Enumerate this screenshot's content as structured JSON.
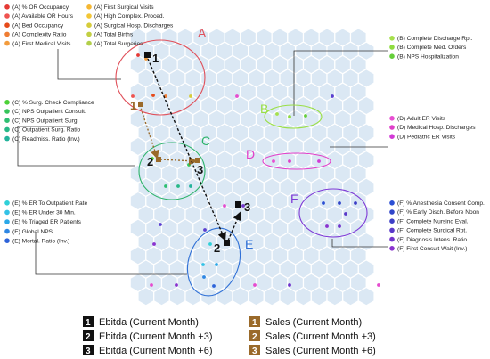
{
  "clusters": [
    {
      "id": "A",
      "letter": "A",
      "color": "#e0505a",
      "items": [
        {
          "label": "(A) % OR Occupancy",
          "dot": "#e53935"
        },
        {
          "label": "(A) Available OR Hours",
          "dot": "#ef5350"
        },
        {
          "label": "(A) Bed Occupancy",
          "dot": "#e64a19"
        },
        {
          "label": "(A) Complexity Ratio",
          "dot": "#ef7d33"
        },
        {
          "label": "(A) First Medical Visits",
          "dot": "#f29b3c"
        },
        {
          "label": "(A) First Surgical Visits",
          "dot": "#f5b733"
        },
        {
          "label": "(A) High Complex. Proced.",
          "dot": "#f3c635"
        },
        {
          "label": "(A) Surgical Hosp. Discharges",
          "dot": "#d6cc3a"
        },
        {
          "label": "(A) Total Births",
          "dot": "#c2cf42"
        },
        {
          "label": "(A) Total Surgeries",
          "dot": "#b2cf4a"
        }
      ]
    },
    {
      "id": "B",
      "letter": "B",
      "color": "#9adf45",
      "items": [
        {
          "label": "(B) Complete Discharge Rpt.",
          "dot": "#a6e04c"
        },
        {
          "label": "(B) Complete Med. Orders",
          "dot": "#8fdc3f"
        },
        {
          "label": "(B) NPS Hospitalization",
          "dot": "#66cf3a"
        }
      ]
    },
    {
      "id": "C",
      "letter": "C",
      "color": "#2db36a",
      "items": [
        {
          "label": "(C) % Surg. Check Compliance",
          "dot": "#4cd138"
        },
        {
          "label": "(C) NPS Outpatient Consult.",
          "dot": "#35c45a"
        },
        {
          "label": "(C) NPS Outpatient Surg.",
          "dot": "#2fbf72"
        },
        {
          "label": "(C) Outpatient Surg. Ratio",
          "dot": "#27b887"
        },
        {
          "label": "(C) Readmiss. Ratio (Inv.)",
          "dot": "#22b39b"
        }
      ]
    },
    {
      "id": "D",
      "letter": "D",
      "color": "#e23fc9",
      "items": [
        {
          "label": "(D) Adult ER Visits",
          "dot": "#e84fd2"
        },
        {
          "label": "(D) Medical Hosp. Discharges",
          "dot": "#df3fc9"
        },
        {
          "label": "(D) Pediatric ER Visits",
          "dot": "#d23ad6"
        }
      ]
    },
    {
      "id": "E",
      "letter": "E",
      "color": "#2e6fd6",
      "items": [
        {
          "label": "(E) % ER To Outpatient Rate",
          "dot": "#2fd0d8"
        },
        {
          "label": "(E) % ER Under 30 Min.",
          "dot": "#33c2e6"
        },
        {
          "label": "(E) % Triaged ER Patients",
          "dot": "#2aa8e8"
        },
        {
          "label": "(E) Global NPS",
          "dot": "#2d86e3"
        },
        {
          "label": "(E) Mortal. Ratio (Inv.)",
          "dot": "#2d63d9"
        }
      ]
    },
    {
      "id": "F",
      "letter": "F",
      "color": "#7e3ad6",
      "items": [
        {
          "label": "(F) % Anesthesia Consent Comp.",
          "dot": "#2b4fd4"
        },
        {
          "label": "(F) % Early Disch. Before Noon",
          "dot": "#3045c9"
        },
        {
          "label": "(F) Complete Nursing Eval.",
          "dot": "#3d3ec6"
        },
        {
          "label": "(F) Complete Surgical Rpt.",
          "dot": "#5a39c9"
        },
        {
          "label": "(F) Diagnosis Intens. Ratio",
          "dot": "#7134cc"
        },
        {
          "label": "(F) First Consult Wait (Inv.)",
          "dot": "#8a33cf"
        }
      ]
    }
  ],
  "trajectories": [
    {
      "id": "ebitda",
      "color": "#111111",
      "points": [
        {
          "number": "1",
          "legend": "Ebitda (Current Month)"
        },
        {
          "number": "2",
          "legend": "Ebitda (Current Month +3)"
        },
        {
          "number": "3",
          "legend": "Ebitda (Current Month +6)"
        }
      ]
    },
    {
      "id": "sales",
      "color": "#9a6a2a",
      "points": [
        {
          "number": "1",
          "legend": "Sales (Current Month)"
        },
        {
          "number": "2",
          "legend": "Sales (Current Month +3)"
        },
        {
          "number": "3",
          "legend": "Sales (Current Month +6)"
        }
      ]
    }
  ],
  "colors": {
    "hex_fill": "#dbe8f4",
    "hex_stroke": "#ffffff",
    "callout_line": "#333333"
  }
}
